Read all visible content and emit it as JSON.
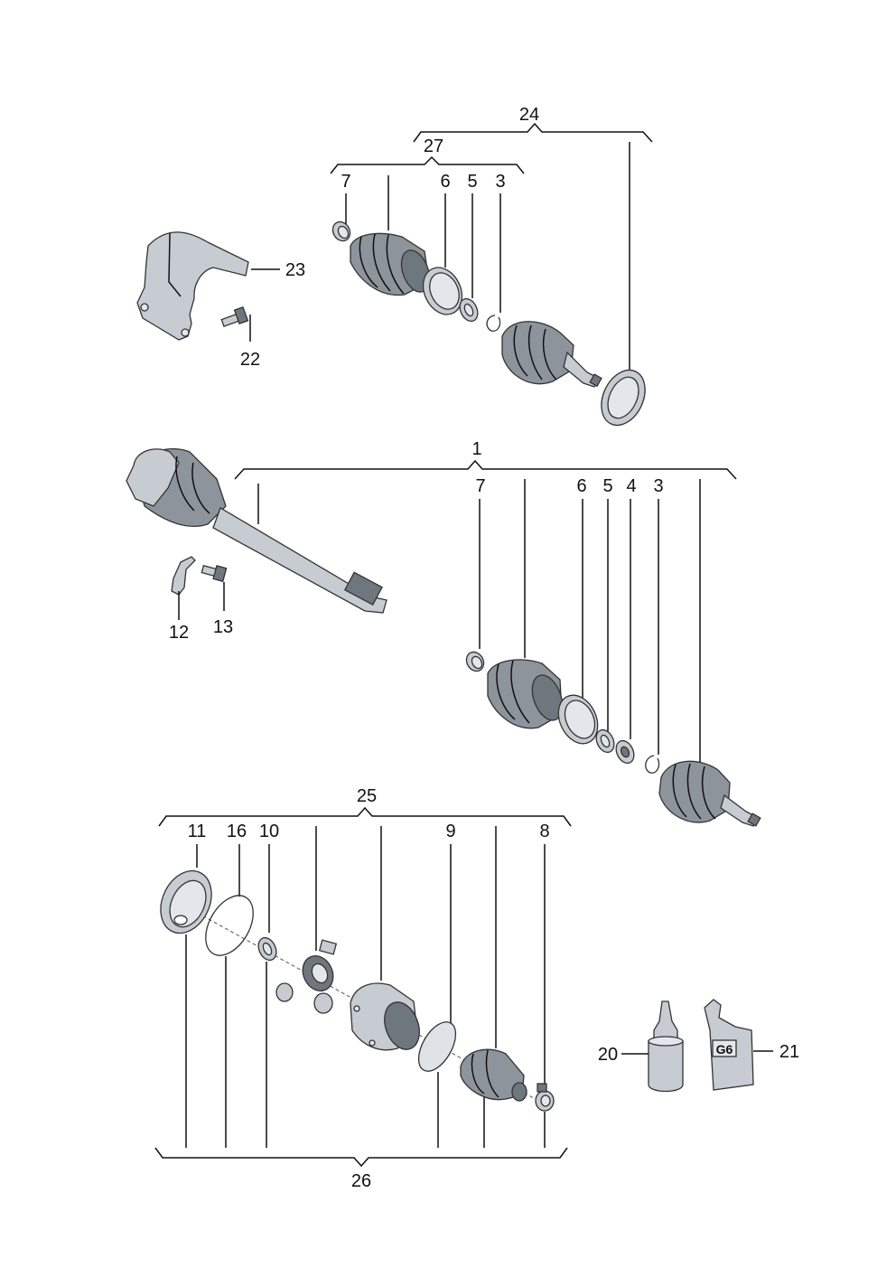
{
  "labels": {
    "l1": "1",
    "l3a": "3",
    "l3b": "3",
    "l4": "4",
    "l5a": "5",
    "l5b": "5",
    "l6a": "6",
    "l6b": "6",
    "l7a": "7",
    "l7b": "7",
    "l8": "8",
    "l9": "9",
    "l10": "10",
    "l11": "11",
    "l12": "12",
    "l13": "13",
    "l16": "16",
    "l20": "20",
    "l21": "21",
    "l22": "22",
    "l23": "23",
    "l24": "24",
    "l25": "25",
    "l26": "26",
    "l27": "27"
  },
  "tube_label": "G6"
}
